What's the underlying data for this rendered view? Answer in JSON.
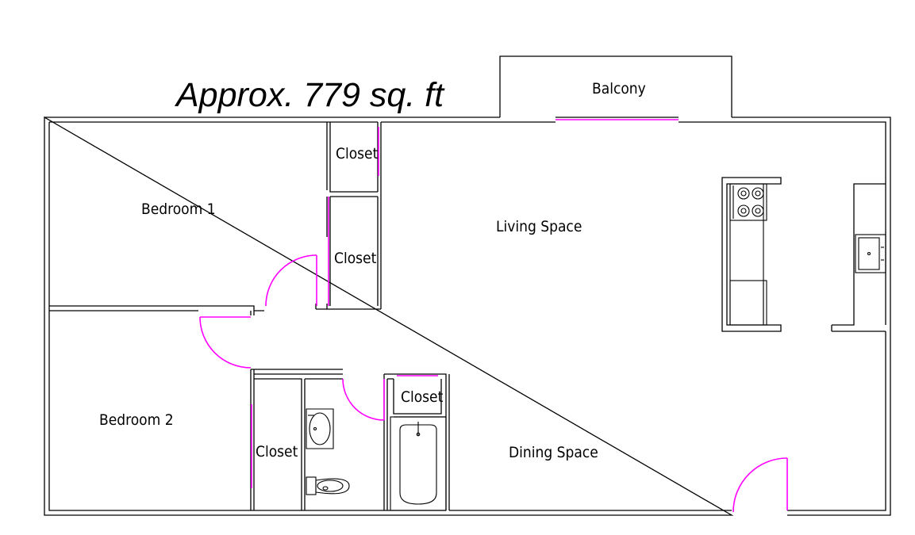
{
  "title": "Approx. 779 sq. ft",
  "rooms": {
    "balcony": "Balcony",
    "bedroom1": "Bedroom 1",
    "bedroom2": "Bedroom 2",
    "closet_top": "Closet",
    "closet_mid": "Closet",
    "closet_bath": "Closet",
    "closet_bed2": "Closet",
    "living": "Living Space",
    "dining": "Dining Space"
  },
  "colors": {
    "wall": "#000000",
    "door": "#ff00ff",
    "background": "#ffffff"
  }
}
